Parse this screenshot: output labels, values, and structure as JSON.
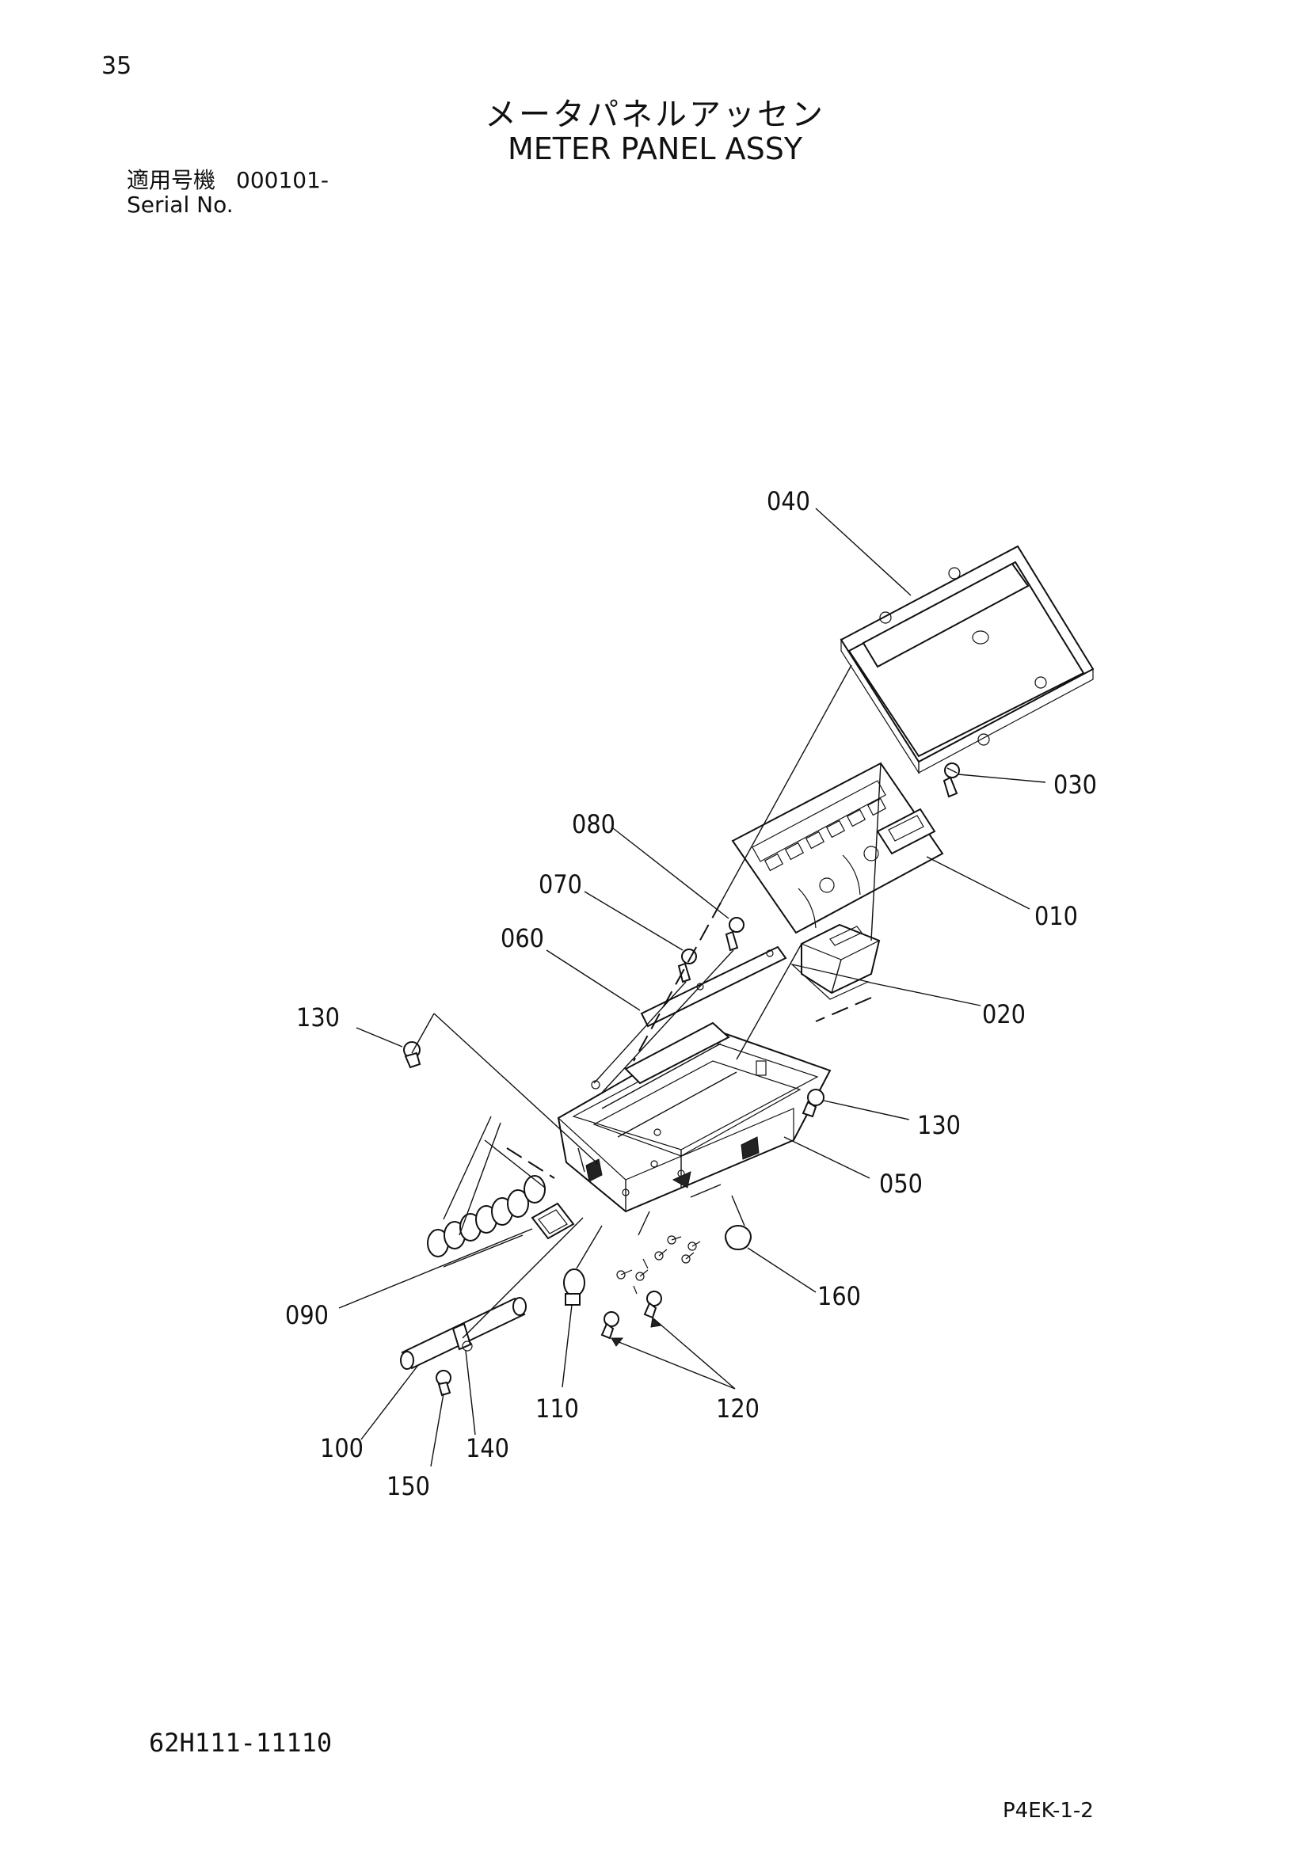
{
  "header": {
    "page_number": "35",
    "title_jp": "メータパネルアッセン",
    "title_en": "METER PANEL ASSY",
    "serial_label_jp": "適用号機",
    "serial_value": "000101-",
    "serial_label_en": "Serial No."
  },
  "callouts": {
    "c010": "010",
    "c020": "020",
    "c030": "030",
    "c040": "040",
    "c050": "050",
    "c060": "060",
    "c070": "070",
    "c080": "080",
    "c090": "090",
    "c100": "100",
    "c110": "110",
    "c120": "120",
    "c130a": "130",
    "c130b": "130",
    "c140": "140",
    "c150": "150",
    "c160": "160"
  },
  "footer": {
    "drawing_number": "62H111-11110",
    "page_code": "P4EK-1-2"
  }
}
